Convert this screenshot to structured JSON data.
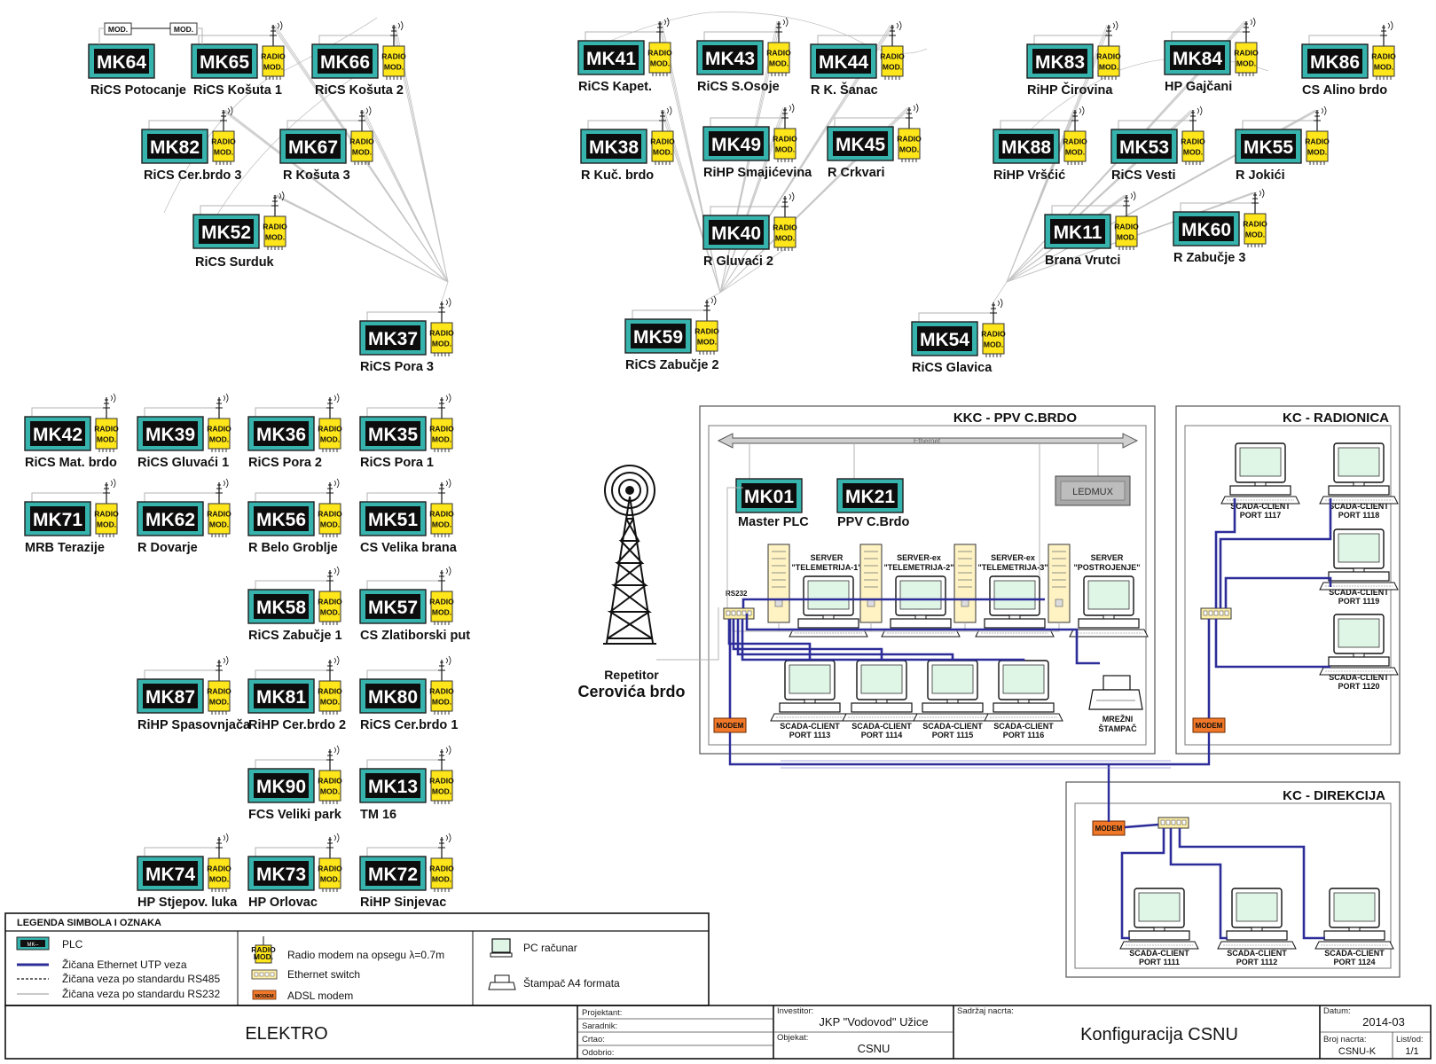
{
  "stations": [
    {
      "id": "MK64",
      "name": "RiCS Potocanje",
      "radio": false
    },
    {
      "id": "MK65",
      "name": "RiCS Košuta 1",
      "radio": true
    },
    {
      "id": "MK66",
      "name": "RiCS Košuta 2",
      "radio": true
    },
    {
      "id": "MK82",
      "name": "RiCS Cer.brdo 3",
      "radio": true
    },
    {
      "id": "MK67",
      "name": "R Košuta 3",
      "radio": true
    },
    {
      "id": "MK52",
      "name": "RiCS Surduk",
      "radio": true
    },
    {
      "id": "MK37",
      "name": "RiCS Pora 3",
      "radio": true
    },
    {
      "id": "MK41",
      "name": "RiCS Kapet.",
      "radio": true
    },
    {
      "id": "MK43",
      "name": "RiCS S.Osoje",
      "radio": true
    },
    {
      "id": "MK44",
      "name": "R K. Šanac",
      "radio": true
    },
    {
      "id": "MK38",
      "name": "R Kuč. brdo",
      "radio": true
    },
    {
      "id": "MK49",
      "name": "RiHP Smajićevina",
      "radio": true
    },
    {
      "id": "MK45",
      "name": "R Crkvari",
      "radio": true
    },
    {
      "id": "MK40",
      "name": "R Gluvaći 2",
      "radio": true
    },
    {
      "id": "MK59",
      "name": "RiCS Zabučje 2",
      "radio": true
    },
    {
      "id": "MK83",
      "name": "RiHP Čirovina",
      "radio": true
    },
    {
      "id": "MK84",
      "name": "HP Gajčani",
      "radio": true
    },
    {
      "id": "MK86",
      "name": "CS Alino brdo",
      "radio": true
    },
    {
      "id": "MK88",
      "name": "RiHP Vršćić",
      "radio": true
    },
    {
      "id": "MK53",
      "name": "RiCS Vesti",
      "radio": true
    },
    {
      "id": "MK55",
      "name": "R Jokići",
      "radio": true
    },
    {
      "id": "MK11",
      "name": "Brana Vrutci",
      "radio": true
    },
    {
      "id": "MK60",
      "name": "R Zabučje 3",
      "radio": true
    },
    {
      "id": "MK54",
      "name": "RiCS Glavica",
      "radio": true
    },
    {
      "id": "MK42",
      "name": "RiCS Mat. brdo",
      "radio": true
    },
    {
      "id": "MK39",
      "name": "RiCS Gluvaći 1",
      "radio": true
    },
    {
      "id": "MK36",
      "name": "RiCS Pora 2",
      "radio": true
    },
    {
      "id": "MK35",
      "name": "RiCS Pora 1",
      "radio": true
    },
    {
      "id": "MK71",
      "name": "MRB Terazije",
      "radio": true
    },
    {
      "id": "MK62",
      "name": "R Dovarje",
      "radio": true
    },
    {
      "id": "MK56",
      "name": "R Belo Groblje",
      "radio": true
    },
    {
      "id": "MK51",
      "name": "CS Velika brana",
      "radio": true
    },
    {
      "id": "MK58",
      "name": "RiCS Zabučje 1",
      "radio": true
    },
    {
      "id": "MK57",
      "name": "CS Zlatiborski put",
      "radio": true
    },
    {
      "id": "MK87",
      "name": "RiHP Spasovnjača",
      "radio": true
    },
    {
      "id": "MK81",
      "name": "RiHP Cer.brdo 2",
      "radio": true
    },
    {
      "id": "MK80",
      "name": "RiCS Cer.brdo 1",
      "radio": true
    },
    {
      "id": "MK90",
      "name": "FCS Veliki park",
      "radio": true
    },
    {
      "id": "MK13",
      "name": "TM 16",
      "radio": true
    },
    {
      "id": "MK74",
      "name": "HP Stjepov. luka",
      "radio": true
    },
    {
      "id": "MK73",
      "name": "HP Orlovac",
      "radio": true
    },
    {
      "id": "MK72",
      "name": "RiHP Sinjevac",
      "radio": true
    }
  ],
  "mod_label": "MOD.",
  "radio_label": [
    "RADIO",
    "MOD."
  ],
  "repeater": {
    "line1": "Repetitor",
    "line2": "Cerovića brdo"
  },
  "kkc": {
    "title": "KKC - PPV C.BRDO",
    "bus_label": "Ethernet",
    "ledmux": "LEDMUX",
    "rs232": "RS232",
    "plcs": [
      {
        "id": "MK01",
        "name": "Master PLC"
      },
      {
        "id": "MK21",
        "name": "PPV C.Brdo"
      }
    ],
    "servers": [
      [
        "SERVER",
        "\"TELEMETRIJA-1\""
      ],
      [
        "SERVER-ex",
        "\"TELEMETRIJA-2\""
      ],
      [
        "SERVER-ex",
        "\"TELEMETRIJA-3\""
      ],
      [
        "SERVER",
        "\"POSTROJENJE\""
      ]
    ],
    "clients": [
      [
        "SCADA-CLIENT",
        "PORT 1113"
      ],
      [
        "SCADA-CLIENT",
        "PORT 1114"
      ],
      [
        "SCADA-CLIENT",
        "PORT 1115"
      ],
      [
        "SCADA-CLIENT",
        "PORT 1116"
      ]
    ],
    "printer": [
      "MREŽNI",
      "ŠTAMPAČ"
    ]
  },
  "radionica": {
    "title": "KC - RADIONICA",
    "clients": [
      [
        "SCADA-CLIENT",
        "PORT 1117"
      ],
      [
        "SCADA-CLIENT",
        "PORT 1118"
      ],
      [
        "SCADA-CLIENT",
        "PORT 1119"
      ],
      [
        "SCADA-CLIENT",
        "PORT 1120"
      ]
    ]
  },
  "direkcija": {
    "title": "KC - DIREKCIJA",
    "clients": [
      [
        "SCADA-CLIENT",
        "PORT 1111"
      ],
      [
        "SCADA-CLIENT",
        "PORT 1112"
      ],
      [
        "SCADA-CLIENT",
        "PORT 1124"
      ]
    ]
  },
  "modem_label": "MODEM",
  "legend": {
    "title": "LEGENDA SIMBOLA I OZNAKA",
    "plc": "PLC",
    "plc_icon_text": "MK--",
    "ethernet": "Žičana Ethernet UTP veza",
    "rs485": "Žičana veza po standardu RS485",
    "rs232": "Žičana veza po standardu RS232",
    "radio": "Radio modem na opsegu λ=0.7m",
    "switch": "Ethernet switch",
    "adsl": "ADSL modem",
    "adsl_icon_text": "MODEM",
    "pc": "PC računar",
    "printer": "Štampač A4 formata"
  },
  "title_block": {
    "elektro": "ELEKTRO",
    "projektant": "Projektant:",
    "saradnik": "Saradnik:",
    "crtao": "Crtao:",
    "odobrio": "Odobrio:",
    "investitor_label": "Investitor:",
    "investitor": "JKP \"Vodovod\" Užice",
    "objekat_label": "Objekat:",
    "objekat": "CSNU",
    "sadrzaj_label": "Sadržaj nacrta:",
    "sadrzaj": "Konfiguracija CSNU",
    "datum_label": "Datum:",
    "datum": "2014-03",
    "broj_label": "Broj nacrta:",
    "broj": "CSNU-K",
    "list_label": "List/od:",
    "list": "1/1"
  }
}
